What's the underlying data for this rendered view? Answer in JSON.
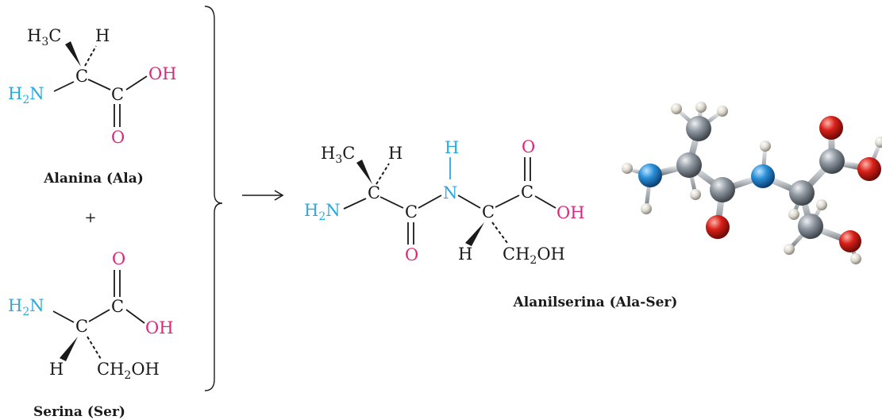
{
  "labels": {
    "h3c": "H",
    "h3c_sub": "3",
    "h3c_c": "C",
    "h": "H",
    "c": "C",
    "h2n": "H",
    "h2n_sub": "2",
    "h2n_n": "N",
    "oh": "OH",
    "o": "O",
    "n": "N",
    "ch2oh_c": "CH",
    "ch2oh_sub": "2",
    "ch2oh_oh": "OH"
  },
  "captions": {
    "alanine": "Alanina (Ala)",
    "plus": "+",
    "serine": "Serina (Ser)",
    "dipeptide": "Alanilserina (Ala-Ser)"
  },
  "colors": {
    "black": "#1a1a1a",
    "nitrogen": "#29a9e1",
    "oxygen": "#e0257a",
    "model_carbon": "#8a929b",
    "model_oxygen": "#d8201a",
    "model_nitrogen": "#2a8fd8",
    "model_hydrogen": "#ddd9cf"
  }
}
